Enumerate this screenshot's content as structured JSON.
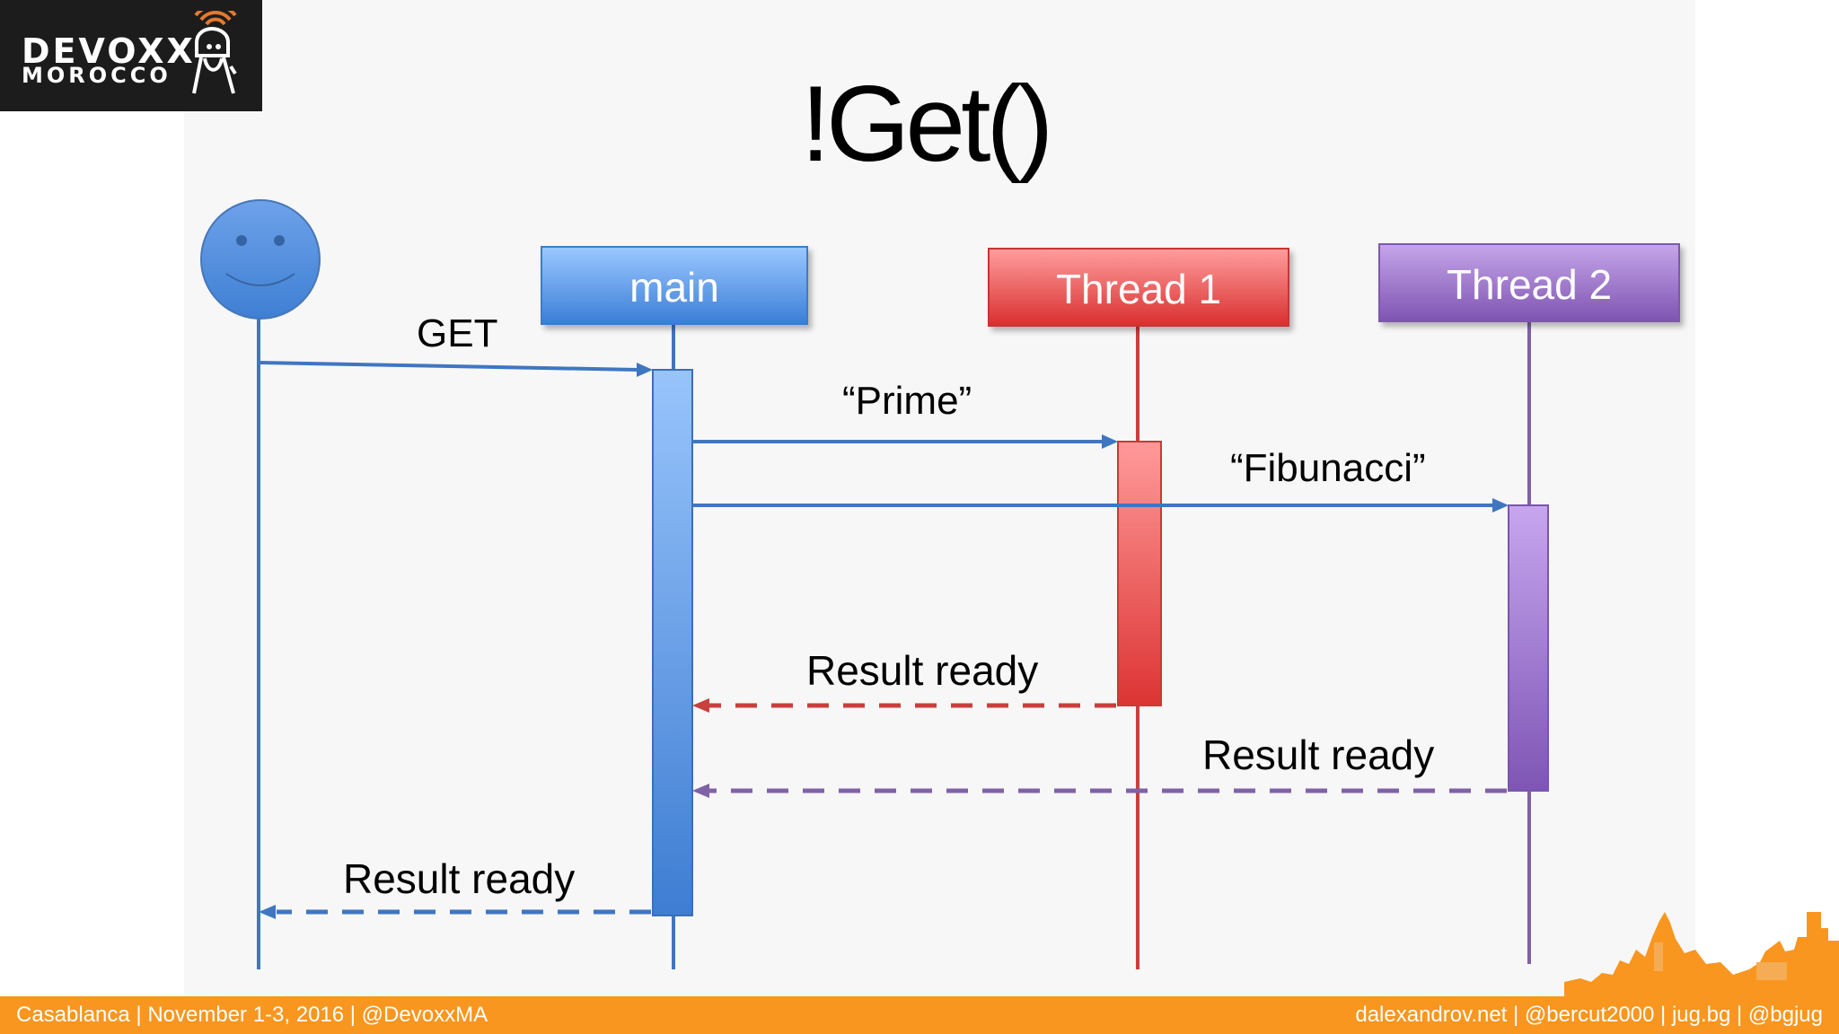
{
  "slide": {
    "title": "!Get()"
  },
  "logo": {
    "line1": "DEVOXX",
    "line2": "MOROCCO"
  },
  "participants": {
    "main": "main",
    "thread1": "Thread 1",
    "thread2": "Thread 2"
  },
  "messages": {
    "get": "GET",
    "prime": "“Prime”",
    "fibonacci": "“Fibunacci”",
    "result_thread1": "Result ready",
    "result_thread2": "Result ready",
    "result_main": "Result ready"
  },
  "footer": {
    "left": "Casablanca | November 1-3, 2016 | @DevoxxMA",
    "right": "dalexandrov.net | @bercut2000 | jug.bg | @bgjug"
  },
  "colors": {
    "blue": "#3f76c1",
    "red": "#c8403c",
    "purple": "#8062a7",
    "orange": "#f9961f"
  },
  "icons": {
    "actor": "smiley-face-actor-icon",
    "logo_mark": "chef-with-signal-icon",
    "skyline": "city-skyline-icon"
  }
}
